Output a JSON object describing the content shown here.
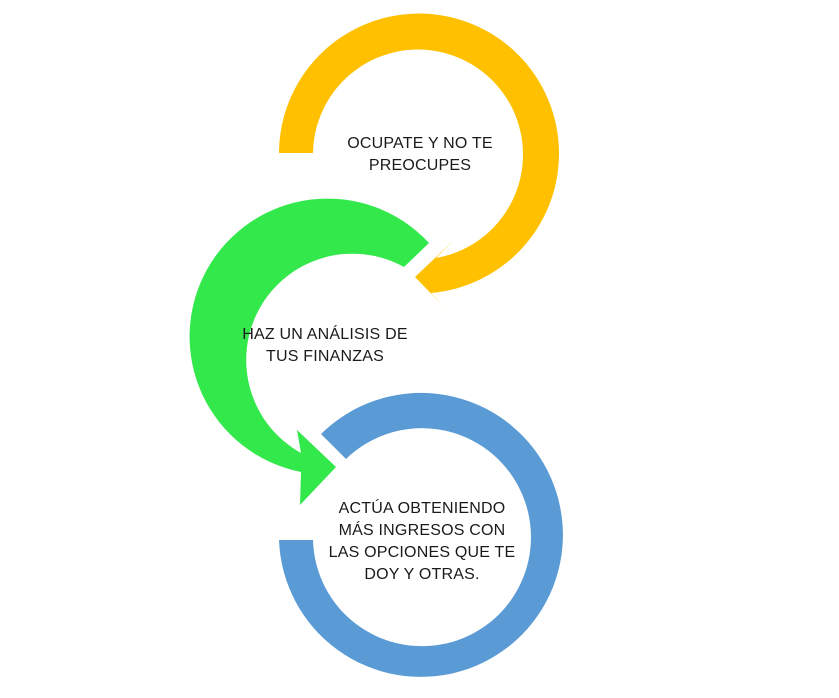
{
  "diagram": {
    "steps": [
      {
        "lines": [
          "OCUPATE Y NO TE",
          "PREOCUPES"
        ],
        "color": "#FFC000"
      },
      {
        "lines": [
          "HAZ UN ANÁLISIS DE",
          "TUS FINANZAS"
        ],
        "color": "#33E84A"
      },
      {
        "lines": [
          "ACTÚA OBTENIENDO",
          "MÁS INGRESOS CON",
          "LAS OPCIONES QUE TE",
          "DOY Y OTRAS."
        ],
        "color": "#5B9BD5"
      }
    ]
  }
}
